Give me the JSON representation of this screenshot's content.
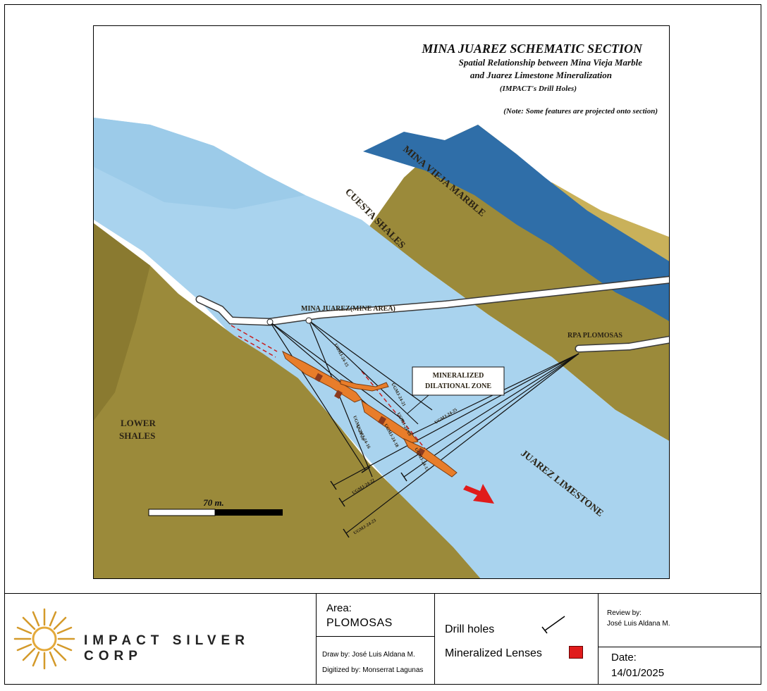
{
  "map": {
    "title": "MINA JUAREZ SCHEMATIC SECTION",
    "subtitle_line1": "Spatial Relationship between Mina Vieja Marble",
    "subtitle_line2": "and Juarez Limestone Mineralization",
    "subtitle_line3": "(IMPACT's Drill Holes)",
    "note": "(Note: Some features are projected onto section)",
    "units": {
      "mina_vieja": "MINA VIEJA MARBLE",
      "cuesta": "CUESTA SHALES",
      "lower_1": "LOWER",
      "lower_2": "SHALES",
      "juarez": "JUAREZ LIMESTONE"
    },
    "workings": {
      "mine_area": "MINA JUAREZ(MINE AREA)",
      "rpa": "RPA PLOMOSAS"
    },
    "callout_line1": "MINERALIZED",
    "callout_line2": "DILATIONAL ZONE",
    "drill_holes": [
      "UGMJ-24-15",
      "UGMJ-24-21",
      "UGMJ-24-19",
      "UGMJ-24-16",
      "UGMJ-24-20",
      "UGMJ-24-18",
      "UGMJ-24-13",
      "UGMJ-24-25",
      "UGMJ-24-22",
      "UGMJ-24-23"
    ],
    "scale_label": "70 m.",
    "colors": {
      "limestone": "#a9d3ee",
      "shale": "#9b8a3a",
      "marble": "#2f6ea8",
      "lens": "#e87d2a",
      "lens_dark": "#8b3a1e",
      "arrow": "#e01b1b"
    }
  },
  "title_block": {
    "company": "IMPACT SILVER CORP",
    "area_label": "Area:",
    "area_value": "PLOMOSAS",
    "draw_by": "Draw by: José Luis Aldana M.",
    "digitized_by": "Digitized by: Monserrat Lagunas",
    "legend_drill": "Drill holes",
    "legend_lenses": "Mineralized Lenses",
    "review_label": "Review by:",
    "review_name": "José Luis Aldana M.",
    "date_label": "Date:",
    "date_value": "14/01/2025"
  }
}
